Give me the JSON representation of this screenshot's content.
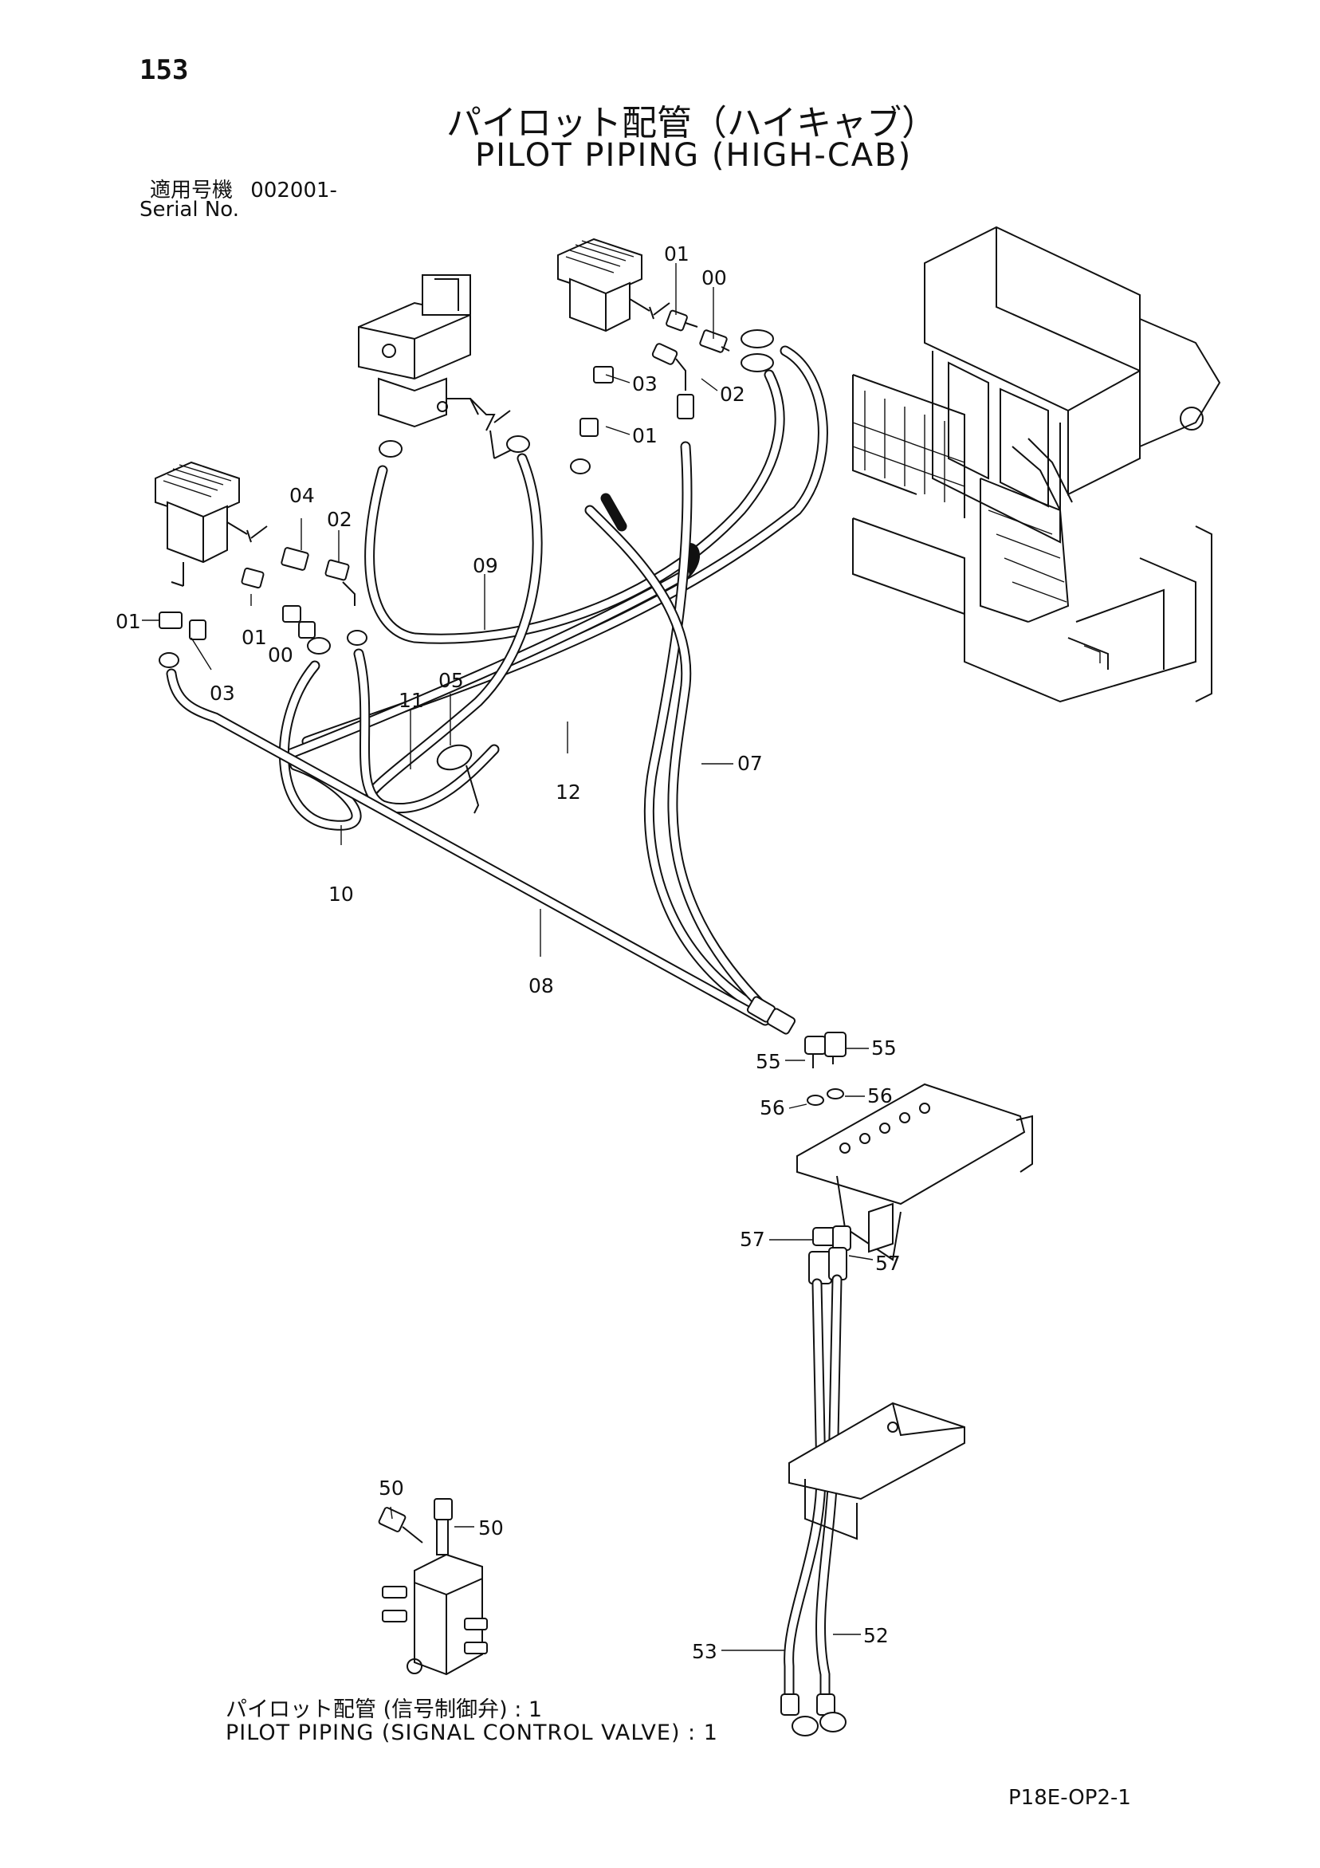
{
  "page_number": "153",
  "title_jp": "パイロット配管（ハイキャブ）",
  "title_en": "PILOT PIPING (HIGH-CAB)",
  "serial": {
    "label_jp": "適用号機",
    "value": "002001-",
    "label_en": "Serial No."
  },
  "callouts": [
    {
      "id": "c01a",
      "text": "01"
    },
    {
      "id": "c00a",
      "text": "00"
    },
    {
      "id": "c03a",
      "text": "03"
    },
    {
      "id": "c02a",
      "text": "02"
    },
    {
      "id": "c01b",
      "text": "01"
    },
    {
      "id": "c04",
      "text": "04"
    },
    {
      "id": "c02b",
      "text": "02"
    },
    {
      "id": "c01c",
      "text": "01"
    },
    {
      "id": "c01d",
      "text": "01"
    },
    {
      "id": "c00b",
      "text": "00"
    },
    {
      "id": "c03b",
      "text": "03"
    },
    {
      "id": "c09",
      "text": "09"
    },
    {
      "id": "c05",
      "text": "05"
    },
    {
      "id": "c11",
      "text": "11"
    },
    {
      "id": "c12",
      "text": "12"
    },
    {
      "id": "c10",
      "text": "10"
    },
    {
      "id": "c07",
      "text": "07"
    },
    {
      "id": "c08",
      "text": "08"
    },
    {
      "id": "c55a",
      "text": "55"
    },
    {
      "id": "c55b",
      "text": "55"
    },
    {
      "id": "c56a",
      "text": "56"
    },
    {
      "id": "c56b",
      "text": "56"
    },
    {
      "id": "c57a",
      "text": "57"
    },
    {
      "id": "c57b",
      "text": "57"
    },
    {
      "id": "c50a",
      "text": "50"
    },
    {
      "id": "c50b",
      "text": "50"
    },
    {
      "id": "c53",
      "text": "53"
    },
    {
      "id": "c52",
      "text": "52"
    }
  ],
  "caption_jp": "パイロット配管 (信号制御弁) : 1",
  "caption_en": "PILOT PIPING (SIGNAL CONTROL VALVE) : 1",
  "drawing_code": "P18E-OP2-1"
}
